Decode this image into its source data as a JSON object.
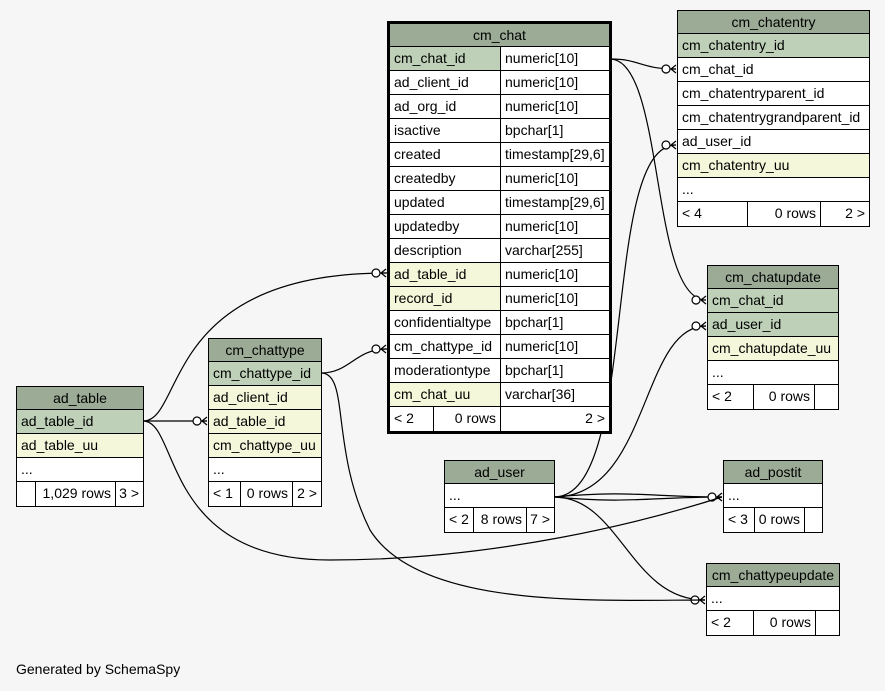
{
  "footer": "Generated by SchemaSpy",
  "tables": {
    "cm_chat": {
      "title": "cm_chat",
      "rows": [
        [
          "cm_chat_id",
          "numeric[10]"
        ],
        [
          "ad_client_id",
          "numeric[10]"
        ],
        [
          "ad_org_id",
          "numeric[10]"
        ],
        [
          "isactive",
          "bpchar[1]"
        ],
        [
          "created",
          "timestamp[29,6]"
        ],
        [
          "createdby",
          "numeric[10]"
        ],
        [
          "updated",
          "timestamp[29,6]"
        ],
        [
          "updatedby",
          "numeric[10]"
        ],
        [
          "description",
          "varchar[255]"
        ],
        [
          "ad_table_id",
          "numeric[10]"
        ],
        [
          "record_id",
          "numeric[10]"
        ],
        [
          "confidentialtype",
          "bpchar[1]"
        ],
        [
          "cm_chattype_id",
          "numeric[10]"
        ],
        [
          "moderationtype",
          "bpchar[1]"
        ],
        [
          "cm_chat_uu",
          "varchar[36]"
        ]
      ],
      "footer": [
        "< 2",
        "0 rows",
        "2 >"
      ]
    },
    "cm_chatentry": {
      "title": "cm_chatentry",
      "rows": [
        "cm_chatentry_id",
        "cm_chat_id",
        "cm_chatentryparent_id",
        "cm_chatentrygrandparent_id",
        "ad_user_id",
        "cm_chatentry_uu",
        "..."
      ],
      "footer": [
        "< 4",
        "0 rows",
        "2 >"
      ]
    },
    "cm_chatupdate": {
      "title": "cm_chatupdate",
      "rows": [
        "cm_chat_id",
        "ad_user_id",
        "cm_chatupdate_uu",
        "..."
      ],
      "footer": [
        "< 2",
        "0 rows",
        ""
      ]
    },
    "cm_chattype": {
      "title": "cm_chattype",
      "rows": [
        "cm_chattype_id",
        "ad_client_id",
        "ad_table_id",
        "cm_chattype_uu",
        "..."
      ],
      "footer": [
        "< 1",
        "0 rows",
        "2 >"
      ]
    },
    "ad_table": {
      "title": "ad_table",
      "rows": [
        "ad_table_id",
        "ad_table_uu",
        "..."
      ],
      "footer": [
        "",
        "1,029 rows",
        "3 >"
      ]
    },
    "ad_user": {
      "title": "ad_user",
      "rows": [
        "..."
      ],
      "footer": [
        "< 2",
        "8 rows",
        "7 >"
      ]
    },
    "ad_postit": {
      "title": "ad_postit",
      "rows": [
        "..."
      ],
      "footer": [
        "< 3",
        "0 rows",
        ""
      ]
    },
    "cm_chattypeupdate": {
      "title": "cm_chattypeupdate",
      "rows": [
        "..."
      ],
      "footer": [
        "< 2",
        "0 rows",
        ""
      ]
    }
  },
  "colors": {
    "title_bg": "#9bab96",
    "pk_bg": "#bed1b8",
    "fk_bg": "#f4f7da",
    "background": "#f6f6f6"
  }
}
